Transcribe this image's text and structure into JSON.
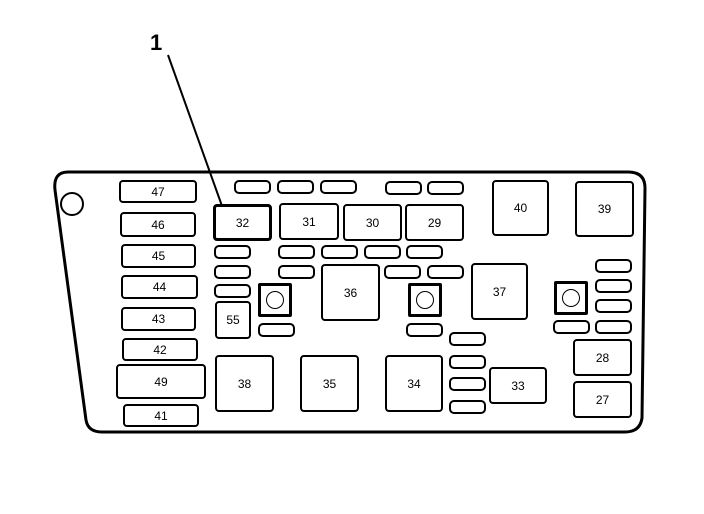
{
  "callout_label": "1",
  "fuses": {
    "f47": "47",
    "f46": "46",
    "f45": "45",
    "f44": "44",
    "f43": "43",
    "f42": "42",
    "f49": "49",
    "f41": "41",
    "f32": "32",
    "f31": "31",
    "f30": "30",
    "f29": "29",
    "f40": "40",
    "f39": "39",
    "f36": "36",
    "f37": "37",
    "f55": "55",
    "f38": "38",
    "f35": "35",
    "f34": "34",
    "f33": "33",
    "f28": "28",
    "f27": "27"
  }
}
